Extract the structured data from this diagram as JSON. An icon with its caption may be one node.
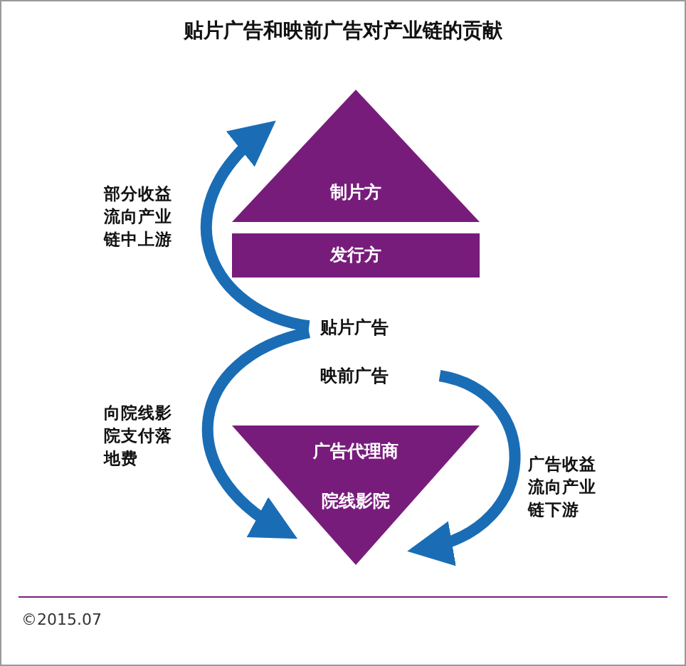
{
  "diagram": {
    "title": "贴片广告和映前广告对产业链的贡献",
    "nodes": [
      {
        "text": [
          "制片方"
        ]
      },
      {
        "text": [
          "发行方"
        ]
      },
      {
        "text": [
          "贴片广告"
        ]
      },
      {
        "text": [
          "映前广告"
        ]
      },
      {
        "text": [
          "广告代理商",
          "院线影院"
        ]
      }
    ],
    "edges": [
      {
        "from": 2,
        "to": 0,
        "arrow": "to",
        "label": "部分收益流向产业链中上游"
      },
      {
        "from": 2,
        "to": 4,
        "arrow": "to",
        "label": "向院线影院支付落地费"
      },
      {
        "from": 3,
        "to": 4,
        "arrow": "to",
        "label": "广告收益流向产业链下游"
      }
    ],
    "labels": [
      "©2015.07"
    ]
  }
}
